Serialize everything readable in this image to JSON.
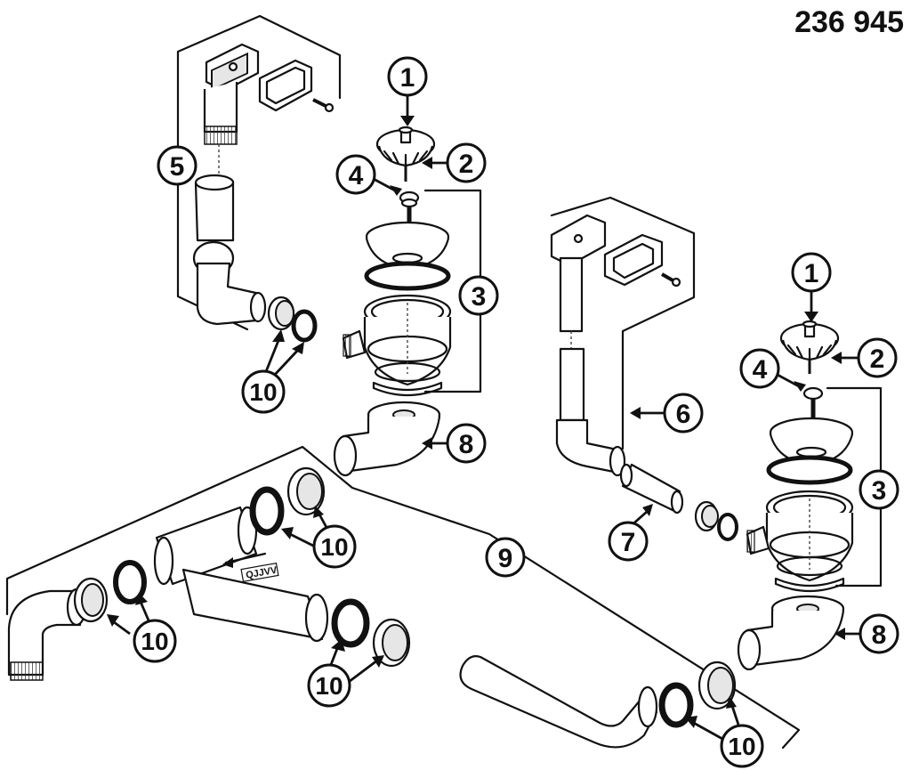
{
  "document": {
    "page_number": "236 945"
  },
  "callouts": {
    "c1a": "1",
    "c2a": "2",
    "c3a": "3",
    "c4a": "4",
    "c5": "5",
    "c8a": "8",
    "c10a": "10",
    "c1b": "1",
    "c2b": "2",
    "c3b": "3",
    "c4b": "4",
    "c6": "6",
    "c7": "7",
    "c8b": "8",
    "c9": "9",
    "c10b": "10",
    "c10c": "10",
    "c10d": "10",
    "c10e": "10"
  },
  "pipe_marking": "QJJVV",
  "icons": {
    "callout": "numbered-circle",
    "arrow": "filled-arrowhead"
  }
}
